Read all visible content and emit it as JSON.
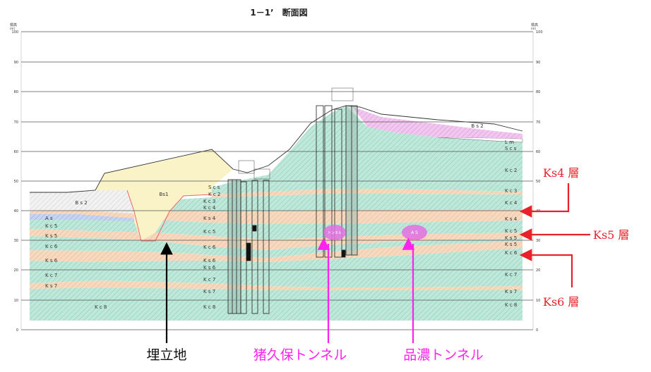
{
  "title": "1－1’　断面図",
  "axis": {
    "left_label_top": "標高",
    "left_label_unit": "(m)",
    "right_label_top": "標高",
    "right_label_unit": "(m)",
    "ticks": [
      "100",
      "90",
      "80",
      "70",
      "60",
      "50",
      "40",
      "30",
      "20",
      "10",
      "0"
    ]
  },
  "layer_labels": {
    "bs1": "Bs1",
    "bs2_left": "B s 2",
    "bs2_right": "B s 2",
    "as": "A s",
    "lm": "L m",
    "scs_mid": "S c s",
    "scs_right": "S c s",
    "kc2_mid": "K c 2",
    "kc2_right": "K c 2",
    "kc3_mid": "K c 3",
    "kc3_right": "K c 3",
    "kc4_mid": "K c 4",
    "kc4_right": "K c 4",
    "ks4_mid": "K s 4",
    "ks4_right": "K s 4",
    "kc5_left": "K c 5",
    "kc5_mid": "K c 5",
    "kc5_right": "K c 5",
    "ks5_left": "K s 5",
    "ks5_mid": "K s 5",
    "ks5_right": "K s 5",
    "kc6_left": "K c 6",
    "kc6_mid": "K c 6",
    "kc6_right": "K c 6",
    "ks6_left": "K s 6",
    "ks6_mid": "K s 6",
    "ks6_right": "K s 6",
    "kc7_left": "K c 7",
    "kc7_mid": "K c 7",
    "kc7_right": "K c 7",
    "ks7_left": "K s 7",
    "ks7_mid": "K s 7",
    "ks7_right": "K s 7",
    "kc8_left": "K c 8",
    "kc8_mid": "K c 8",
    "kc8_right": "K c 8",
    "tunnel_inokubo": "トンネル",
    "tunnel_shinano": "A S"
  },
  "callouts": {
    "ks4": "Ks4 層",
    "ks5": "Ks5 層",
    "ks6": "Ks6 層"
  },
  "captions": {
    "landfill": "埋立地",
    "inokubo": "猪久保トンネル",
    "shinano": "品濃トンネル"
  },
  "colors": {
    "green": "#bfe8da",
    "orange": "#f7d9bf",
    "fill_yellow": "#fbf3c8",
    "pink": "#f1c6ef",
    "blue": "#c5d4f2",
    "callout_red": "#e8212b",
    "magenta": "#ff22ee"
  }
}
